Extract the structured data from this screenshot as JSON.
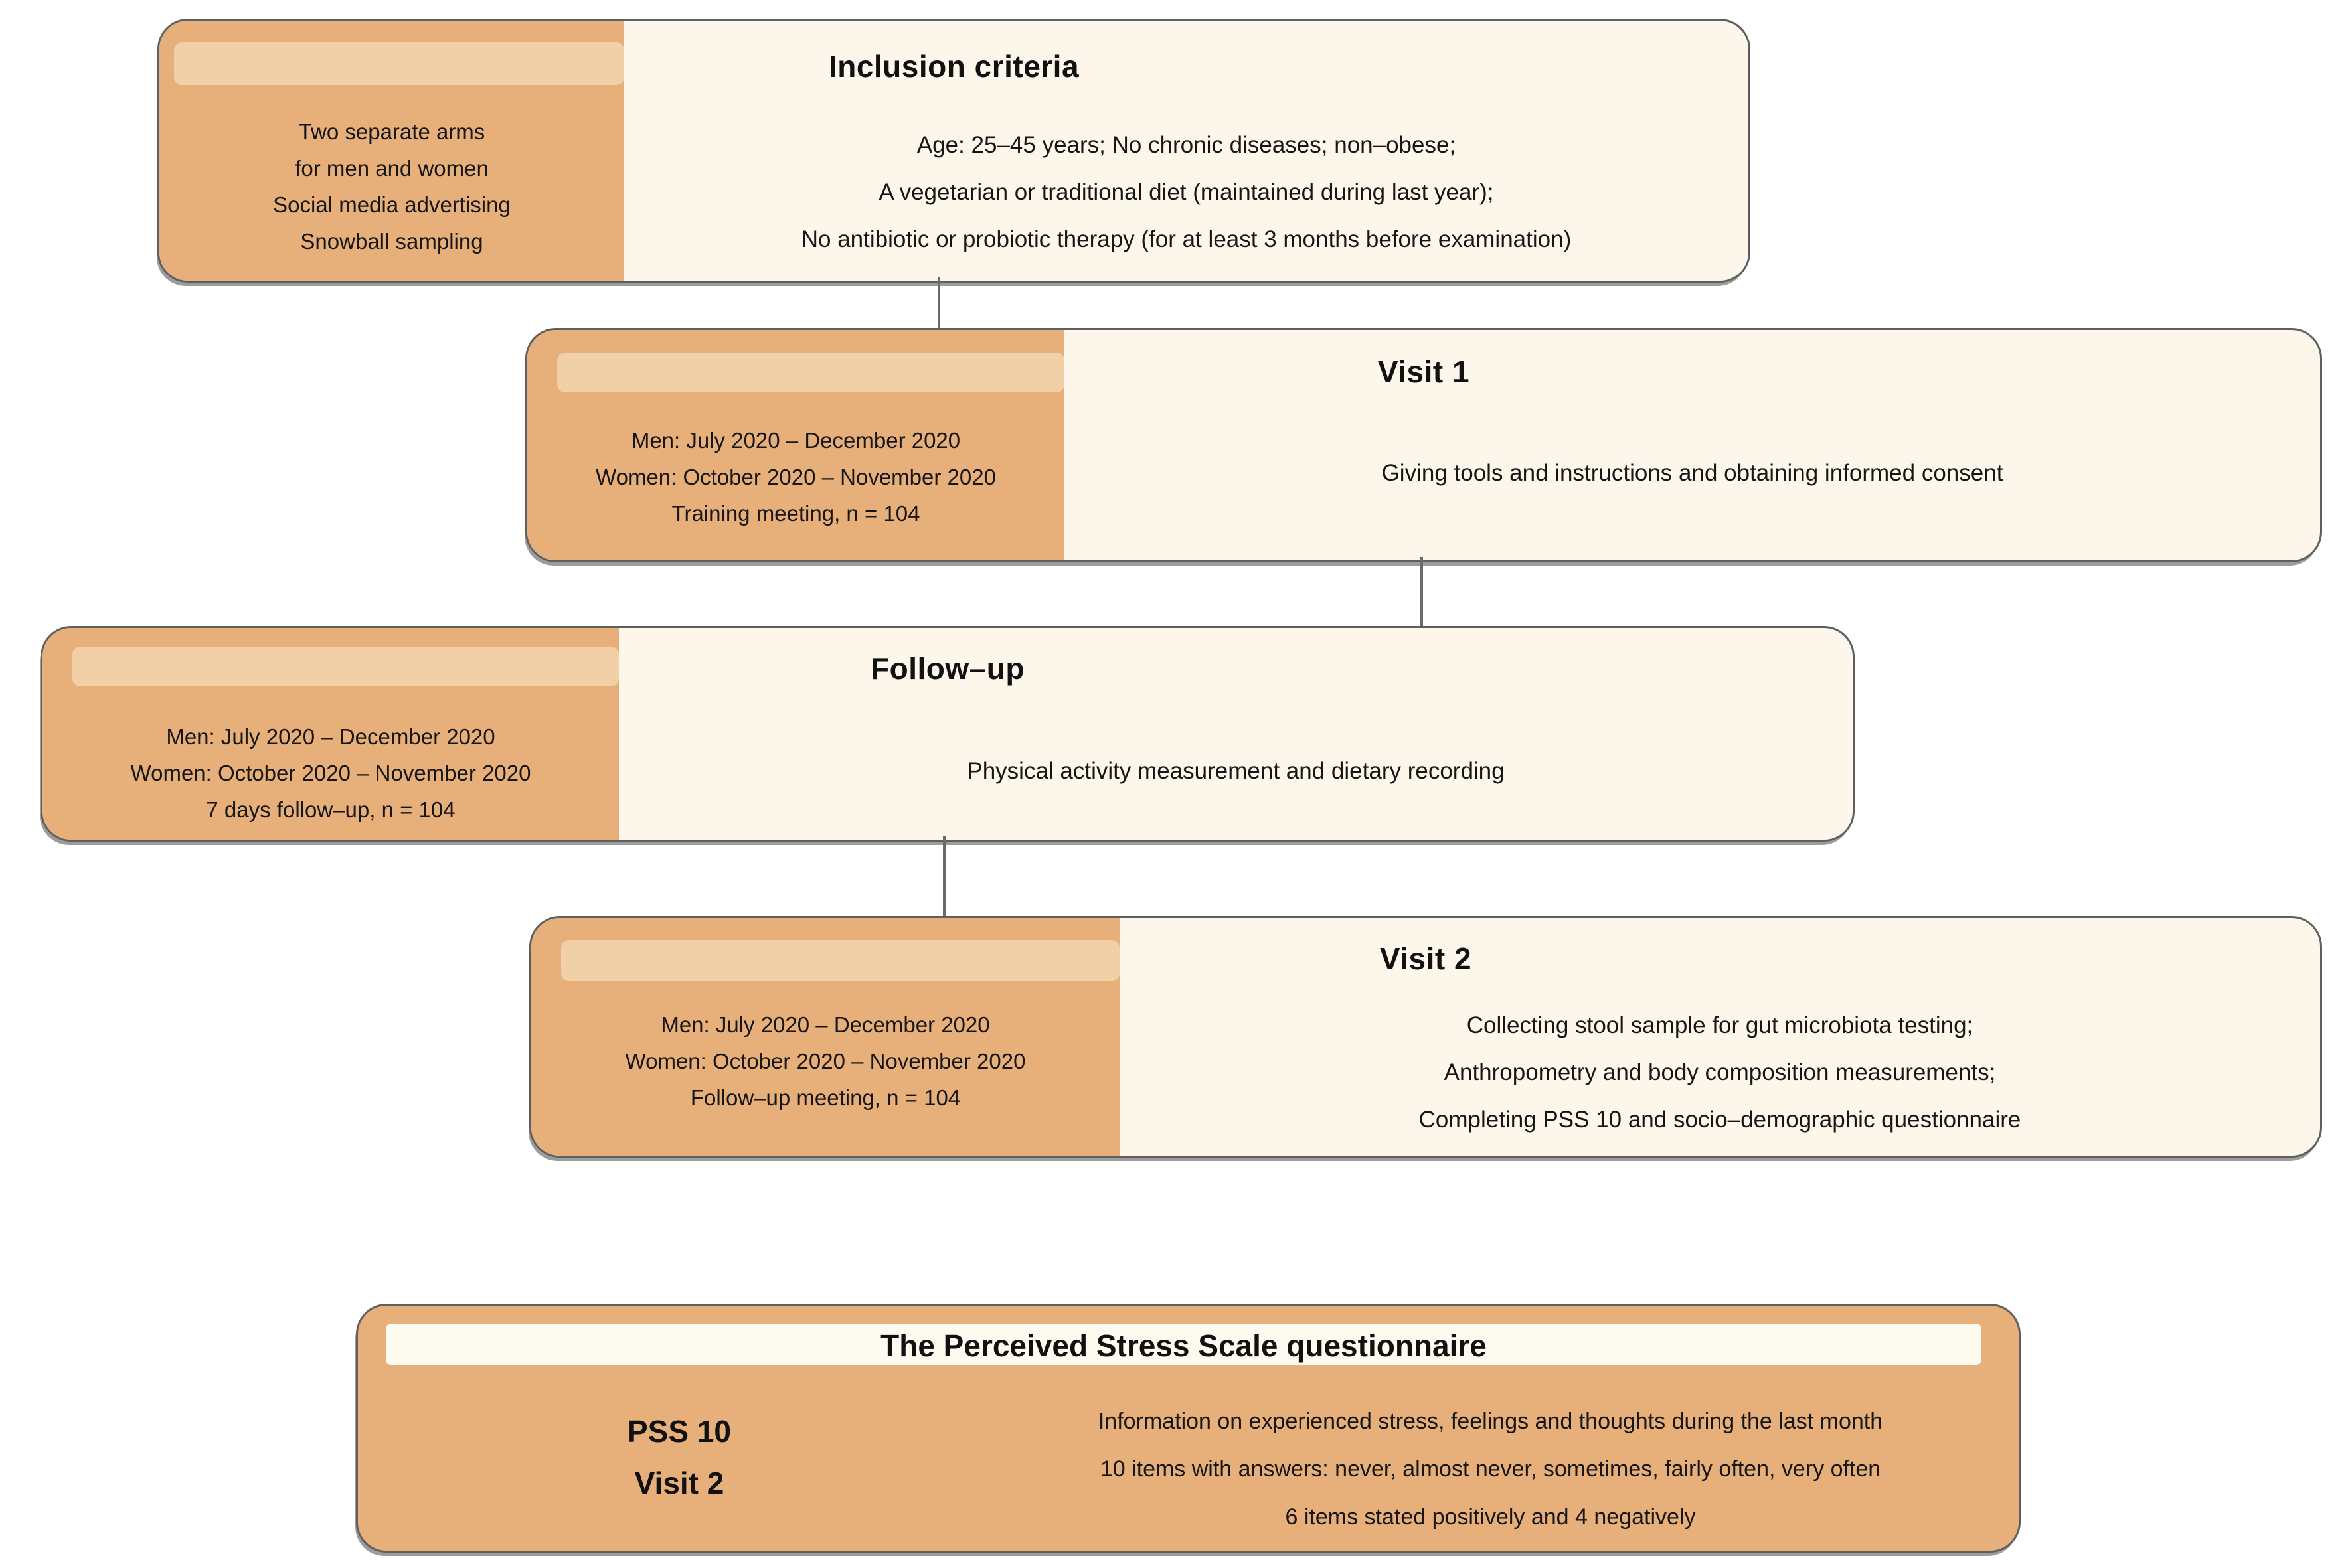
{
  "colors": {
    "panel_orange": "#e7af7a",
    "panel_orange_light": "#f1d0a7",
    "cream": "#fcf7ea",
    "pss_strip": "#fdfaf0",
    "border_gray": "#5f5f5f",
    "shadow_gray": "#9c9c9c",
    "connector_gray": "#6a6a6a"
  },
  "flow_boxes": [
    {
      "id": "inclusion-criteria",
      "title": "Inclusion criteria",
      "side_lines": [
        "Two separate arms",
        "for men and women",
        "Social media advertising",
        "Snowball sampling"
      ],
      "body_lines": [
        "Age: 25–45 years; No chronic diseases; non–obese;",
        "A vegetarian or traditional diet (maintained during last year);",
        "No antibiotic or probiotic therapy (for at least 3 months before examination)"
      ]
    },
    {
      "id": "visit-1",
      "title": "Visit 1",
      "side_lines": [
        "Men: July 2020 – December 2020",
        "Women: October 2020 – November 2020",
        "Training meeting, n = 104"
      ],
      "body_lines": [
        "Giving tools and instructions and obtaining informed consent"
      ]
    },
    {
      "id": "follow-up",
      "title": "Follow–up",
      "side_lines": [
        "Men: July 2020 – December 2020",
        "Women: October 2020 – November 2020",
        "7 days follow–up, n = 104"
      ],
      "body_lines": [
        "Physical activity measurement and dietary recording"
      ]
    },
    {
      "id": "visit-2",
      "title": "Visit 2",
      "side_lines": [
        "Men: July 2020 – December 2020",
        "Women: October 2020 – November 2020",
        "Follow–up meeting, n = 104"
      ],
      "body_lines": [
        "Collecting stool sample for gut microbiota testing;",
        "Anthropometry and body composition measurements;",
        "Completing PSS 10 and socio–demographic questionnaire"
      ]
    }
  ],
  "pss": {
    "id": "perceived-stress-scale",
    "title": "The Perceived Stress Scale questionnaire",
    "left_lines": [
      "PSS 10",
      "Visit 2"
    ],
    "body_lines": [
      "Information on experienced stress, feelings and thoughts during the last month",
      "10 items with answers: never, almost never, sometimes, fairly often, very often",
      "6 items stated positively and 4 negatively"
    ]
  }
}
